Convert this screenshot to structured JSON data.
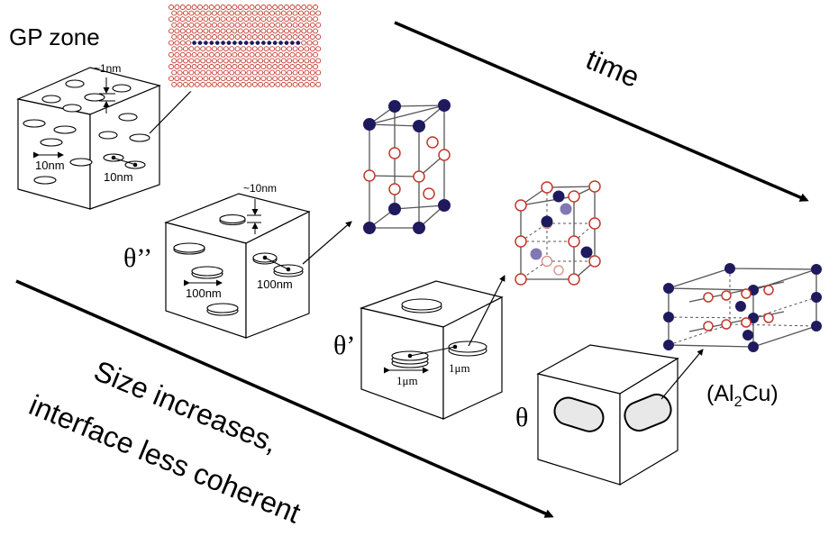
{
  "labels": {
    "gp_zone": "GP zone",
    "theta_dprime": "θ’’",
    "theta_prime": "θ’",
    "theta": "θ",
    "time": "time",
    "size_line1": "Size increases,",
    "size_line2": "interface less coherent",
    "al2cu_open": "(Al",
    "al2cu_sub": "2",
    "al2cu_close": "Cu)"
  },
  "dimensions": {
    "gp_thickness": "~1nm",
    "gp_diameter_a": "10nm",
    "gp_diameter_b": "10nm",
    "dprime_thickness": "~10nm",
    "dprime_diameter_a": "100nm",
    "dprime_diameter_b": "100nm",
    "prime_diameter_a": "1μm",
    "prime_diameter_b": "1μm"
  },
  "colors": {
    "cu_atom": "#1f1a5e",
    "al_atom": "#c0392b",
    "lattice_line": "#555555"
  }
}
